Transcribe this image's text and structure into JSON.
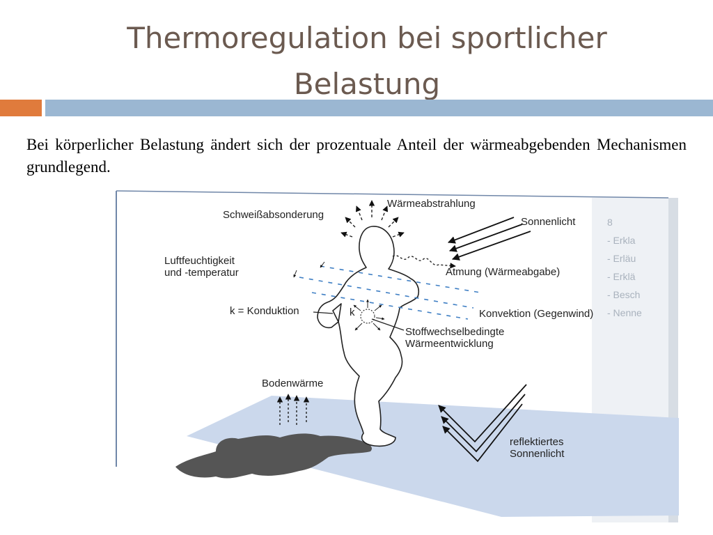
{
  "slide": {
    "title_line1": "Thermoregulation bei sportlicher",
    "title_line2": "Belastung",
    "intro": "Bei körperlicher Belastung ändert sich der prozentuale Anteil der wärmeabgebenden Mechanismen grundlegend."
  },
  "diagram": {
    "labels": {
      "sweat": "Schweißabsonderung",
      "radiation": "Wärmeabstrahlung",
      "sunlight": "Sonnenlicht",
      "humidity": "Luftfeuchtigkeit\nund -temperatur",
      "breathing": "Atmung (Wärmeabgabe)",
      "conduction": "k = Konduktion",
      "convection": "Konvektion (Gegenwind)",
      "k_marker": "k",
      "metabolic": "Stoffwechselbedingte\nWärmeentwicklung",
      "ground_heat": "Bodenwärme",
      "reflected": "reflektiertes\nSonnenlicht"
    },
    "background_page": {
      "section": "8",
      "items": [
        "- Erkla",
        "- Erläu",
        "- Erklä",
        "- Besch",
        "- Nenne"
      ]
    },
    "colors": {
      "ground": "#cbd8ec",
      "shadow": "#555555",
      "convection_dashes": "#3f7fc4"
    }
  }
}
